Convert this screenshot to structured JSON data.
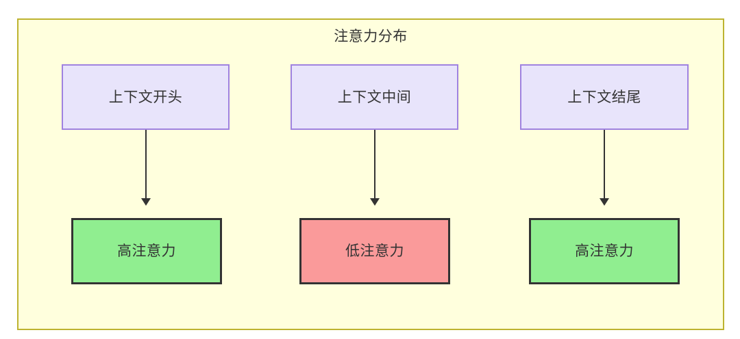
{
  "diagram": {
    "title": "注意力分布",
    "colors": {
      "frame_border": "#bdb330",
      "frame_fill": "#ffffdd",
      "context_fill": "#e8e4fb",
      "context_border": "#9f82e0",
      "high_fill": "#90ee90",
      "low_fill": "#fa9a9a",
      "node_border": "#333333",
      "edge": "#333333",
      "text": "#333333"
    },
    "columns": [
      {
        "id": "start",
        "source": {
          "label": "上下文开头"
        },
        "target": {
          "label": "高注意力",
          "kind": "high"
        }
      },
      {
        "id": "middle",
        "source": {
          "label": "上下文中间"
        },
        "target": {
          "label": "低注意力",
          "kind": "low"
        }
      },
      {
        "id": "end",
        "source": {
          "label": "上下文结尾"
        },
        "target": {
          "label": "高注意力",
          "kind": "high"
        }
      }
    ]
  }
}
